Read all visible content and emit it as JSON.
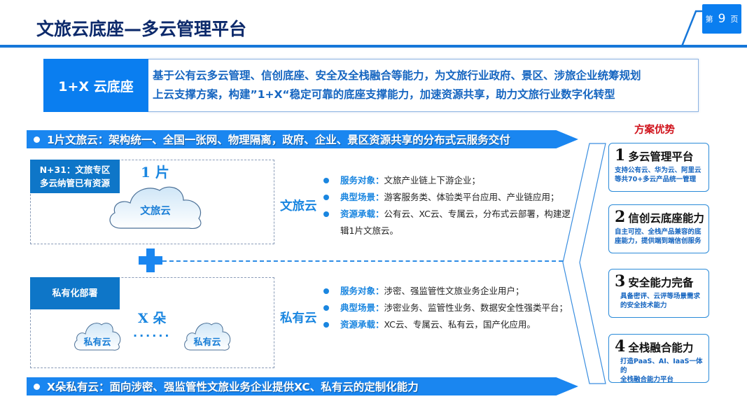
{
  "header": {
    "title": "文旅云底座—多云管理平台",
    "page": {
      "prefix": "第",
      "number": "9",
      "suffix": "页"
    }
  },
  "intro": {
    "label": "1+X 云底座",
    "lines": [
      "基于公有云多云管理、信创底座、安全及全栈融合等能力，为文旅行业政府、景区、涉旅企业统筹规划",
      "上云支撑方案，构建”1+X“稳定可靠的底座支撑能力，加速资源共享，助力文旅行业数字化转型"
    ]
  },
  "banners": {
    "top": "1片文旅云：架构统一、全国一张网、物理隔离，政府、企业、景区资源共享的分布式云服务交付",
    "bottom": "X朵私有云：面向涉密、强监管性文旅业务企业提供XC、私有云的定制化能力"
  },
  "public_cloud": {
    "tag_lines": [
      "N+31：文旅专区",
      "多云纳管已有资源"
    ],
    "quantity": "1 片",
    "cloud_label": "文旅云",
    "side_label": "文旅云",
    "bullets": [
      {
        "key": "服务对象：",
        "value": "文旅产业链上下游企业；"
      },
      {
        "key": "典型场景：",
        "value": "游客服务类、体验类平台应用、产业链应用；"
      },
      {
        "key": "资源承载：",
        "value": "公有云、XC云、专属云，分布式云部署，构建逻辑1片文旅云。"
      }
    ]
  },
  "private_cloud": {
    "tag": "私有化部署",
    "quantity": "X 朵",
    "cloud_labels": [
      "私有云",
      "私有云"
    ],
    "ellipsis": "······",
    "side_label": "私有云",
    "bullets": [
      {
        "key": "服务对象：",
        "value": "涉密、强监管性文旅业务企业用户；"
      },
      {
        "key": "典型场景：",
        "value": "涉密业务、监管性业务、数据安全性强类平台；"
      },
      {
        "key": "资源承载：",
        "value": "XC云、专属云、私有云，国产化应用。"
      }
    ]
  },
  "advantages": {
    "title": "方案优势",
    "items": [
      {
        "num": "1",
        "title": "多云管理平台",
        "desc": [
          "支持公有云、华为云、阿里云",
          "等共70+多云产品统一管理"
        ]
      },
      {
        "num": "2",
        "title": "信创云底座能力",
        "desc": [
          "自主可控、全栈产品兼容的底",
          "座能力，提供端到端信创服务"
        ]
      },
      {
        "num": "3",
        "title": "安全能力完备",
        "desc": [
          "具备密评、云评等场景需求",
          "的安全技术能力"
        ]
      },
      {
        "num": "4",
        "title": "全栈融合能力",
        "desc": [
          "打造PaaS、AI、IaaS一体的",
          "全栈融合能力平台"
        ]
      }
    ]
  },
  "colors": {
    "title": "#0d2a6b",
    "primary_blue": "#1a86f0",
    "tag_blue": "#0e76c8",
    "accent_text": "#1565c0",
    "advantage_title": "#d0121b"
  }
}
